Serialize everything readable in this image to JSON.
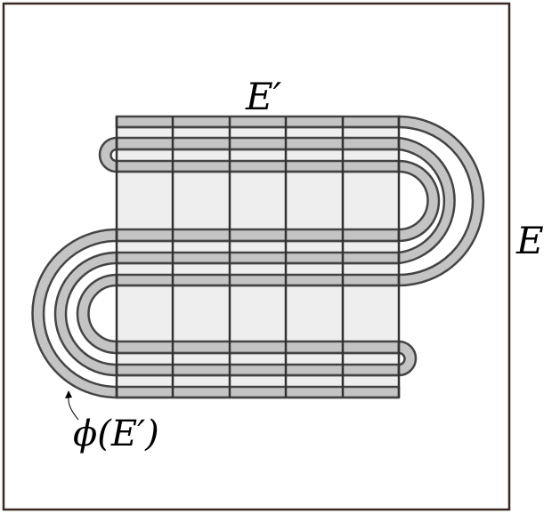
{
  "labels": {
    "outer_set": "E",
    "inner_set": "E′",
    "image": "ϕ(E′)"
  },
  "colors": {
    "frame": "#3a2a22",
    "band": "#c4c4c4",
    "cell": "#eeeeee",
    "stroke": "#444444"
  },
  "diagram": {
    "grid_columns": 5,
    "strip_groups": 3,
    "strips_per_group": 3
  }
}
